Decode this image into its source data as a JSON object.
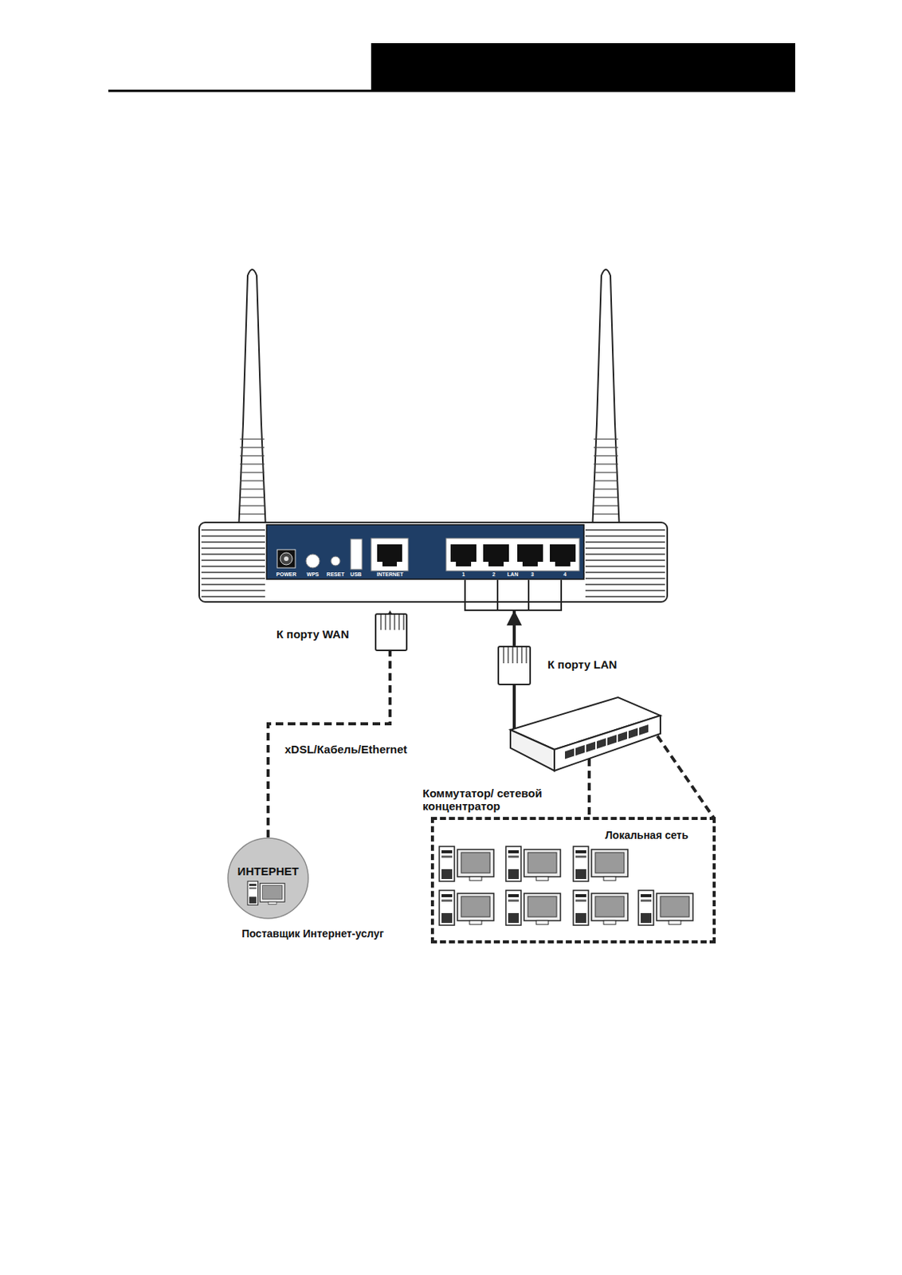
{
  "diagram": {
    "nodes": [
      {
        "text": [
          "POWER",
          "WPS",
          "RESET",
          "USB",
          "INTERNET",
          "1",
          "2",
          "LAN",
          "3",
          "4"
        ]
      },
      {
        "text": [
          "ИНТЕРНЕТ",
          "Поставщик Интернет-услуг"
        ]
      },
      {
        "text": [
          "Коммутатор/ сетевой концентратор"
        ]
      },
      {
        "text": [
          "Локальная сеть"
        ]
      }
    ],
    "edges": [
      {
        "from": 1,
        "to": 0,
        "arrow": "to",
        "label": "xDSL/Кабель/Ethernet"
      },
      {
        "from": 2,
        "to": 0,
        "arrow": "to"
      },
      {
        "from": 2,
        "to": 3,
        "arrow": "none"
      }
    ],
    "labels": [
      "К порту WAN",
      "К порту LAN"
    ]
  }
}
